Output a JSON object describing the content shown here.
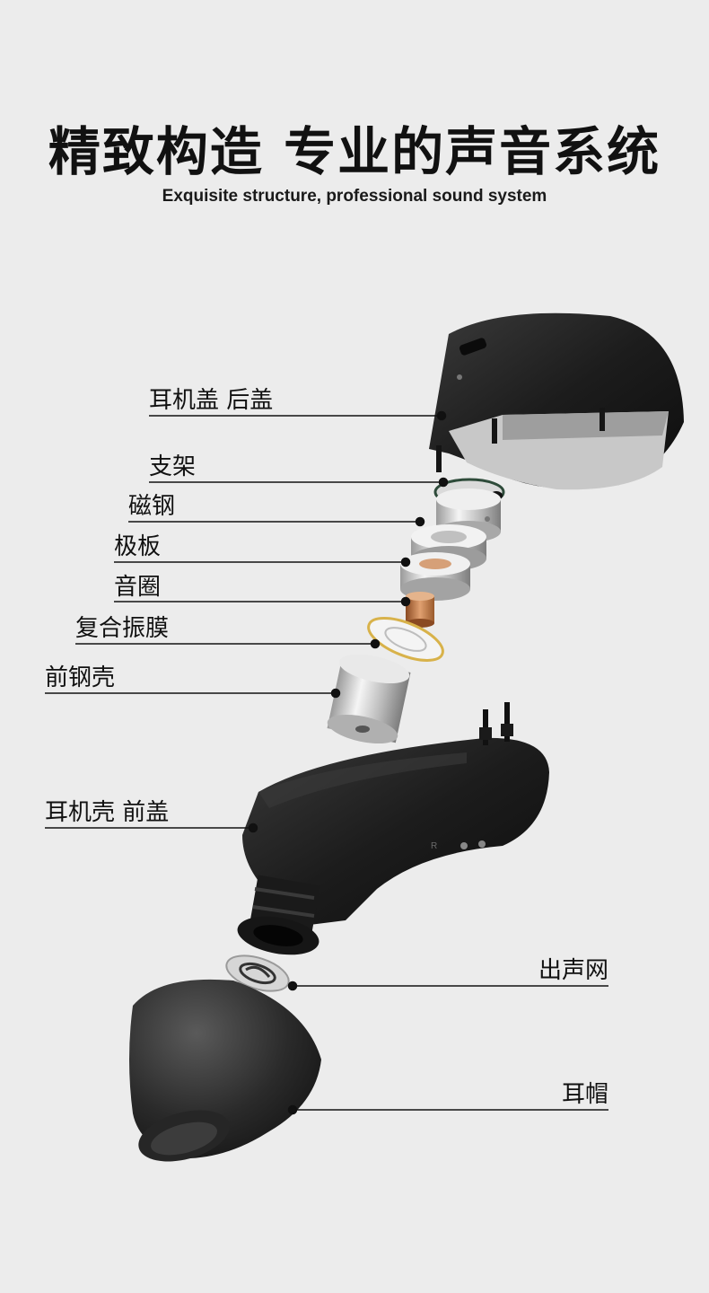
{
  "header": {
    "title": "精致构造 专业的声音系统",
    "subtitle": "Exquisite structure, professional sound system"
  },
  "components": {
    "back_cover": "耳机盖 后盖",
    "bracket": "支架",
    "magnet": "磁钢",
    "pole_plate": "极板",
    "voice_coil": "音圈",
    "diaphragm": "复合振膜",
    "front_steel_shell": "前钢壳",
    "front_cover": "耳机壳 前盖",
    "sound_mesh": "出声网",
    "ear_tip": "耳帽"
  },
  "colors": {
    "background": "#ececec",
    "shell": "#1c1c1c",
    "metal": "#c9c9c9",
    "copper": "#c77a45",
    "gold_ring": "#d8b24a"
  }
}
